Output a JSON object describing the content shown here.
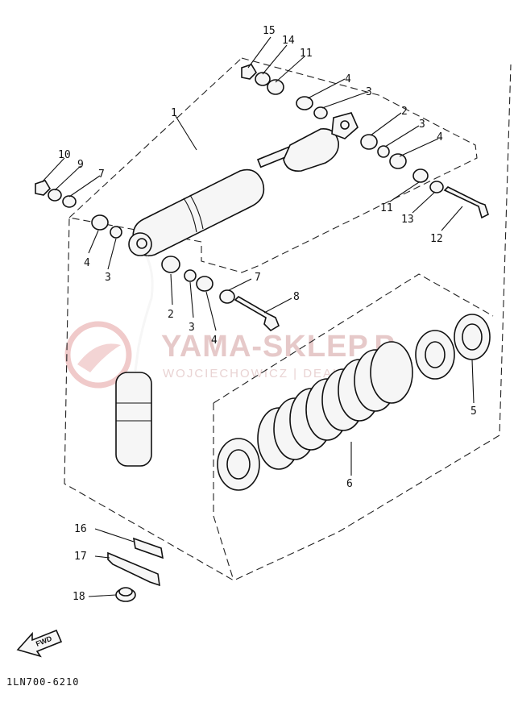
{
  "watermark": {
    "main": "YAMA-SKLEP.P",
    "sub": "WOJCIECHOWICZ | DEAL"
  },
  "drawing_code": "1LN700-6210",
  "fwd_label": "FWD",
  "callouts": [
    {
      "id": "c15",
      "text": "15"
    },
    {
      "id": "c14",
      "text": "14"
    },
    {
      "id": "c11a",
      "text": "11"
    },
    {
      "id": "c4a",
      "text": "4"
    },
    {
      "id": "c3a",
      "text": "3"
    },
    {
      "id": "c1",
      "text": "1"
    },
    {
      "id": "c2a",
      "text": "2"
    },
    {
      "id": "c3b",
      "text": "3"
    },
    {
      "id": "c4b",
      "text": "4"
    },
    {
      "id": "c10",
      "text": "10"
    },
    {
      "id": "c9",
      "text": "9"
    },
    {
      "id": "c7a",
      "text": "7"
    },
    {
      "id": "c11b",
      "text": "11"
    },
    {
      "id": "c13",
      "text": "13"
    },
    {
      "id": "c12",
      "text": "12"
    },
    {
      "id": "c4c",
      "text": "4"
    },
    {
      "id": "c3c",
      "text": "3"
    },
    {
      "id": "c7b",
      "text": "7"
    },
    {
      "id": "c8",
      "text": "8"
    },
    {
      "id": "c2b",
      "text": "2"
    },
    {
      "id": "c3d",
      "text": "3"
    },
    {
      "id": "c4d",
      "text": "4"
    },
    {
      "id": "c5",
      "text": "5"
    },
    {
      "id": "c6",
      "text": "6"
    },
    {
      "id": "c16",
      "text": "16"
    },
    {
      "id": "c17",
      "text": "17"
    },
    {
      "id": "c18",
      "text": "18"
    }
  ]
}
